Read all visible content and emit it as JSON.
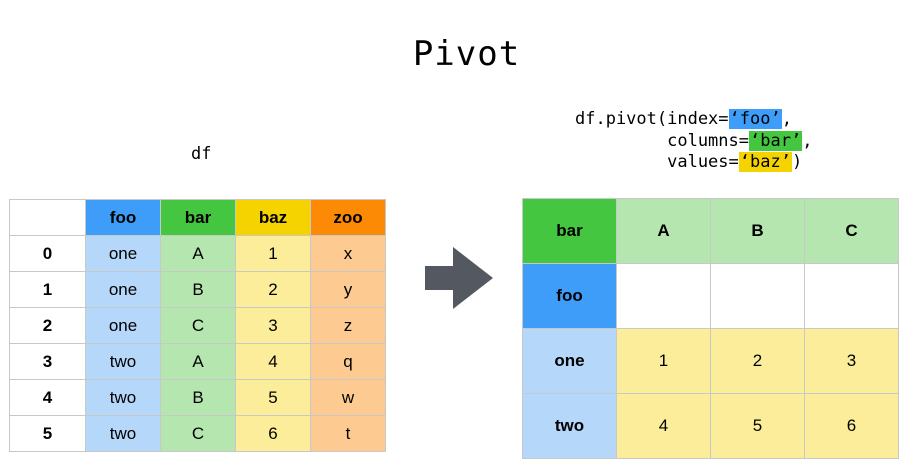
{
  "title": "Pivot",
  "df_label": "df",
  "code": {
    "line1_prefix": "df.pivot(index=",
    "index_arg": "‘foo’",
    "line1_suffix": ",",
    "line2_prefix": "         columns=",
    "columns_arg": "‘bar’",
    "line2_suffix": ",",
    "line3_prefix": "         values=",
    "values_arg": "‘baz’",
    "line3_suffix": ")"
  },
  "left_table": {
    "headers": [
      "foo",
      "bar",
      "baz",
      "zoo"
    ],
    "rows": [
      {
        "idx": "0",
        "foo": "one",
        "bar": "A",
        "baz": "1",
        "zoo": "x"
      },
      {
        "idx": "1",
        "foo": "one",
        "bar": "B",
        "baz": "2",
        "zoo": "y"
      },
      {
        "idx": "2",
        "foo": "one",
        "bar": "C",
        "baz": "3",
        "zoo": "z"
      },
      {
        "idx": "3",
        "foo": "two",
        "bar": "A",
        "baz": "4",
        "zoo": "q"
      },
      {
        "idx": "4",
        "foo": "two",
        "bar": "B",
        "baz": "5",
        "zoo": "w"
      },
      {
        "idx": "5",
        "foo": "two",
        "bar": "C",
        "baz": "6",
        "zoo": "t"
      }
    ]
  },
  "right_table": {
    "corner": "bar",
    "columns": [
      "A",
      "B",
      "C"
    ],
    "index_name": "foo",
    "rows": [
      {
        "label": "one",
        "values": [
          "1",
          "2",
          "3"
        ]
      },
      {
        "label": "two",
        "values": [
          "4",
          "5",
          "6"
        ]
      }
    ]
  },
  "colors": {
    "foo_header": "#3d9df8",
    "foo_cell": "#b4d7fa",
    "bar_header": "#45c641",
    "bar_cell": "#b6e6b0",
    "baz_header": "#f5d301",
    "baz_cell": "#fbed99",
    "zoo_header": "#fc8a04",
    "zoo_cell": "#fdcb91",
    "arrow": "#545961"
  },
  "icons": {
    "arrow": "right-arrow-icon"
  }
}
